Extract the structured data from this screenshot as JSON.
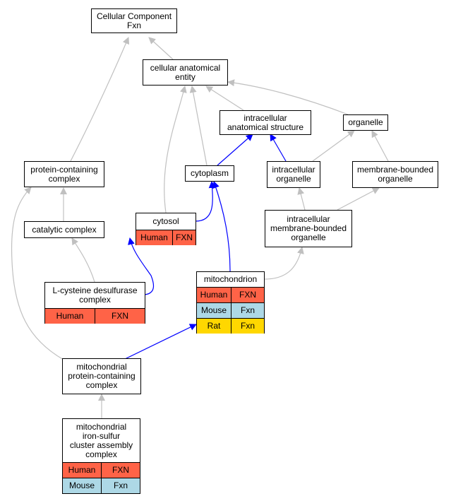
{
  "colors": {
    "edge_gray": "#c0c0c0",
    "edge_blue": "#0000ff",
    "human": "#FF6347",
    "mouse": "#ADD8E6",
    "rat": "#FFD700"
  },
  "nodes": {
    "cc_fxn": {
      "l1": "Cellular Component",
      "l2": "Fxn"
    },
    "cae": {
      "l1": "cellular anatomical",
      "l2": "entity"
    },
    "ias": {
      "l1": "intracellular",
      "l2": "anatomical structure"
    },
    "organelle": {
      "l1": "organelle"
    },
    "pcc": {
      "l1": "protein-containing",
      "l2": "complex"
    },
    "cytoplasm": {
      "l1": "cytoplasm"
    },
    "io": {
      "l1": "intracellular",
      "l2": "organelle"
    },
    "mbo": {
      "l1": "membrane-bounded",
      "l2": "organelle"
    },
    "cytosol": {
      "l1": "cytosol",
      "rows": [
        {
          "species": "Human",
          "gene": "FXN"
        }
      ]
    },
    "catalytic": {
      "l1": "catalytic complex"
    },
    "imbo": {
      "l1": "intracellular",
      "l2": "membrane-bounded",
      "l3": "organelle"
    },
    "mito": {
      "l1": "mitochondrion",
      "rows": [
        {
          "species": "Human",
          "gene": "FXN"
        },
        {
          "species": "Mouse",
          "gene": "Fxn"
        },
        {
          "species": "Rat",
          "gene": "Fxn"
        }
      ]
    },
    "lcys": {
      "l1": "L-cysteine desulfurase",
      "l2": "complex",
      "rows": [
        {
          "species": "Human",
          "gene": "FXN"
        }
      ]
    },
    "mpcc": {
      "l1": "mitochondrial",
      "l2": "protein-containing",
      "l3": "complex"
    },
    "misc": {
      "l1": "mitochondrial",
      "l2": "iron-sulfur",
      "l3": "cluster assembly",
      "l4": "complex",
      "rows": [
        {
          "species": "Human",
          "gene": "FXN"
        },
        {
          "species": "Mouse",
          "gene": "Fxn"
        }
      ]
    }
  }
}
